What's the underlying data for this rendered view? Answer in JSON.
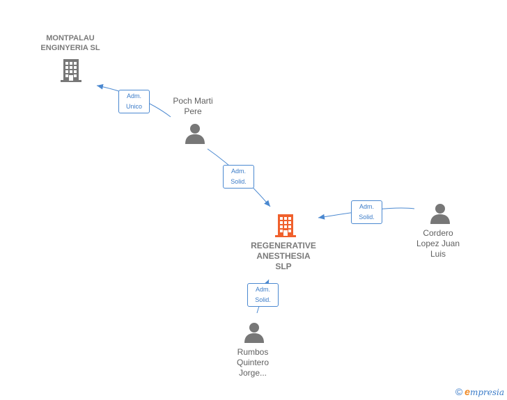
{
  "nodes": {
    "montpalau": {
      "label": "MONTPALAU\nENGINYERIA SL",
      "type": "company",
      "icon": "building-icon",
      "color": "#777777"
    },
    "regenerative": {
      "label": "REGENERATIVE\nANESTHESIA\nSLP",
      "type": "company",
      "icon": "building-icon",
      "color": "#f0602c"
    },
    "poch": {
      "label": "Poch Marti\nPere",
      "type": "person",
      "icon": "person-icon",
      "color": "#777777"
    },
    "cordero": {
      "label": "Cordero\nLopez Juan\nLuis",
      "type": "person",
      "icon": "person-icon",
      "color": "#777777"
    },
    "rumbos": {
      "label": "Rumbos\nQuintero\nJorge...",
      "type": "person",
      "icon": "person-icon",
      "color": "#777777"
    }
  },
  "edges": [
    {
      "from": "poch",
      "to": "montpalau",
      "role": [
        "Adm.",
        "Unico"
      ]
    },
    {
      "from": "poch",
      "to": "regenerative",
      "role": [
        "Adm.",
        "Solid."
      ]
    },
    {
      "from": "cordero",
      "to": "regenerative",
      "role": [
        "Adm.",
        "Solid."
      ]
    },
    {
      "from": "rumbos",
      "to": "regenerative",
      "role": [
        "Adm.",
        "Solid."
      ]
    }
  ],
  "footer": {
    "copyright": "©",
    "brand_initial": "e",
    "brand_rest": "mpresia"
  },
  "colors": {
    "edge": "#4a88d0",
    "focus": "#f0602c",
    "node": "#777777"
  }
}
